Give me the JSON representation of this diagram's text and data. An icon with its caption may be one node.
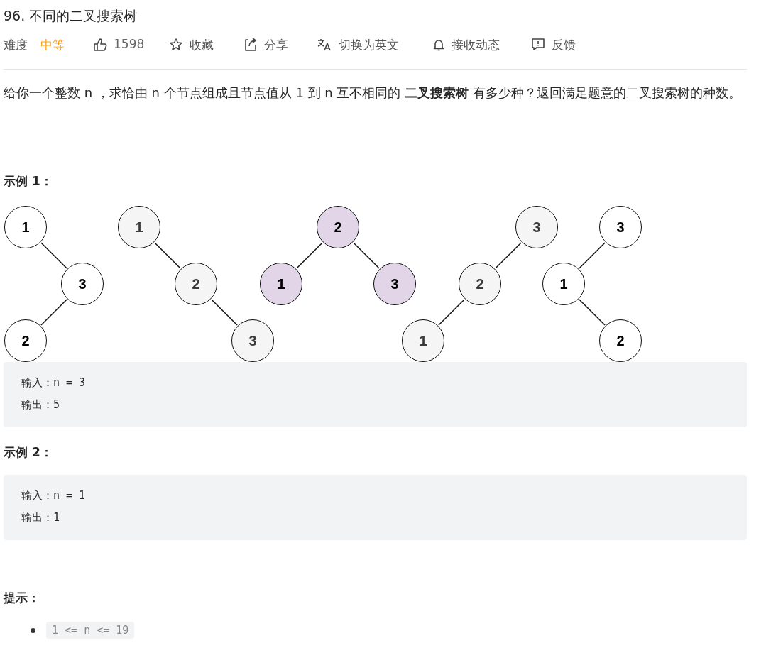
{
  "diagram": {
    "title": "96. 不同的二叉搜索树",
    "nodes": [
      {
        "text": [
          "1"
        ]
      },
      {
        "text": [
          "3"
        ]
      },
      {
        "text": [
          "2"
        ]
      },
      {
        "text": [
          "1"
        ]
      },
      {
        "text": [
          "2"
        ]
      },
      {
        "text": [
          "3"
        ]
      },
      {
        "text": [
          "2"
        ]
      },
      {
        "text": [
          "1"
        ]
      },
      {
        "text": [
          "3"
        ]
      },
      {
        "text": [
          "3"
        ]
      },
      {
        "text": [
          "2"
        ]
      },
      {
        "text": [
          "1"
        ]
      },
      {
        "text": [
          "3"
        ]
      },
      {
        "text": [
          "1"
        ]
      },
      {
        "text": [
          "2"
        ]
      }
    ],
    "edges": [
      {
        "from": 0,
        "to": 1,
        "arrow": "none"
      },
      {
        "from": 1,
        "to": 2,
        "arrow": "none"
      },
      {
        "from": 3,
        "to": 4,
        "arrow": "none"
      },
      {
        "from": 4,
        "to": 5,
        "arrow": "none"
      },
      {
        "from": 6,
        "to": 7,
        "arrow": "none"
      },
      {
        "from": 6,
        "to": 8,
        "arrow": "none"
      },
      {
        "from": 9,
        "to": 10,
        "arrow": "none"
      },
      {
        "from": 10,
        "to": 11,
        "arrow": "none"
      },
      {
        "from": 12,
        "to": 13,
        "arrow": "none"
      },
      {
        "from": 13,
        "to": 14,
        "arrow": "none"
      }
    ],
    "labels": [
      "难度",
      "中等",
      "1598",
      "收藏",
      "分享",
      "切换为英文",
      "接收动态",
      "反馈",
      "给你一个整数 n ，求恰由 n 个节点组成且节点值从 1 到 n 互不相同的 **二叉搜索树** 有多少种？返回满足题意的二叉搜索树的种数。",
      "示例 1：",
      "输入：n = 3",
      "输出：5",
      "示例 2：",
      "输入：n = 1",
      "输出：1",
      "提示：",
      "1 <= n <= 19"
    ]
  }
}
